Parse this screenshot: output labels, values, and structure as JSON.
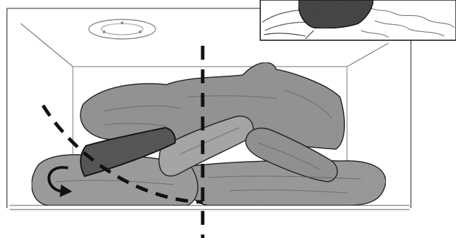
{
  "figure": {
    "subject": "fireplace-log-set-placement",
    "colors": {
      "background": "#ffffff",
      "outline": "#1c1c1c",
      "log": "#9a9a9a",
      "log_texture": "#6e6e6e",
      "highlighted_log": "#5a5a5a",
      "firebox_line": "#7a7a7a",
      "guide_line": "#111111"
    },
    "icons": {
      "center_line": "dashed-vertical-centerline",
      "placement_path": "dashed-curved-arrow",
      "rotation_arrow": "curved-rotate-arrow-icon",
      "detail_inset": "log-detail-inset"
    }
  }
}
